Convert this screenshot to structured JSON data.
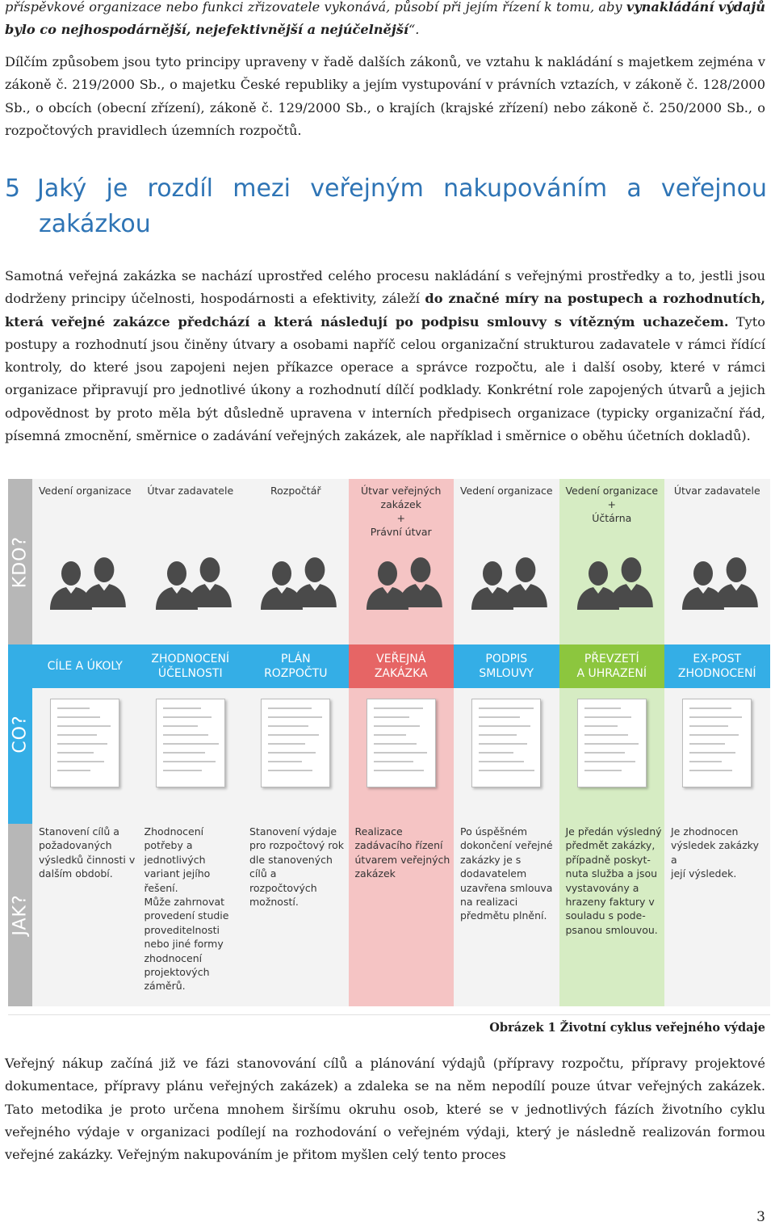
{
  "top_paragraph": {
    "line1_plain": "příspěvkové organizace nebo funkci zřizovatele vykonává, působí při jejím řízení k tomu, aby",
    "line1_bold": "vynakládání",
    "line2_bold": "výdajů bylo co nejhospodárnější, nejefektivnější a nejúčelnější",
    "line2_plain": "“."
  },
  "laws_paragraph": {
    "text": "Dílčím způsobem jsou tyto principy upraveny v řadě dalších zákonů, ve vztahu k nakládání s majetkem zejména v zákoně č. 219/2000 Sb., o majetku České republiky a jejím vystupování v právních vztazích, v zákoně č. 128/2000 Sb., o obcích (obecní zřízení), zákoně č. 129/2000 Sb., o krajích (krajské zřízení) nebo zákoně č. 250/2000 Sb., o rozpočtových pravidlech územních rozpočtů."
  },
  "heading": {
    "number": "5",
    "line1": "Jaký je rozdíl mezi veřejným nakupováním a veřejnou",
    "line2": "zakázkou"
  },
  "body_paragraph": {
    "part1": "Samotná veřejná zakázka se nachází uprostřed celého procesu nakládání s veřejnými prostředky a to, jestli jsou dodrženy principy účelnosti, hospodárnosti a efektivity, záleží",
    "bold": "do značné míry na postupech a rozhodnutích, která veřejné zakázce předchází a která následují po podpisu smlouvy s vítězným uchazečem.",
    "part2": "Tyto postupy a rozhodnutí jsou činěny útvary a osobami napříč celou organizační strukturou zadavatele v rámci řídící kontroly, do které jsou zapojeni nejen příkazce operace a správce rozpočtu, ale i další osoby, které v rámci organizace připravují pro jednotlivé úkony a rozhodnutí dílčí podklady. Konkrétní role zapojených útvarů a jejich odpovědnost by proto měla být důsledně upravena v interních předpisech organizace (typicky organizační řád, písemná zmocnění, směrnice o zadávání veřejných zakázek, ale například i směrnice o oběhu účetních dokladů)."
  },
  "figure": {
    "side_labels": {
      "who": "KDO?",
      "what": "CO?",
      "how": "JAK?"
    },
    "colors": {
      "band": "#34aee6",
      "red": "#e66565",
      "green": "#8cc63e",
      "side": "#b7b7b7"
    },
    "columns": [
      {
        "who": [
          "Vedení organizace"
        ],
        "phase": [
          "CÍLE A ÚKOLY"
        ],
        "how": [
          "Stanovení cílů a",
          "požadovaných",
          "výsledků činnosti v",
          "dalším období."
        ]
      },
      {
        "who": [
          "Útvar zadavatele"
        ],
        "phase": [
          "ZHODNOCENÍ",
          "ÚČELNOSTI"
        ],
        "how": [
          "Zhodnocení",
          "potřeby a",
          "jednotlivých",
          "variant jejího",
          "řešení.",
          "Může zahrnovat",
          "provedení studie",
          "proveditelnosti",
          "nebo jiné formy",
          "zhodnocení",
          "projektových",
          "záměrů."
        ]
      },
      {
        "who": [
          "Rozpočtář"
        ],
        "phase": [
          "PLÁN",
          "ROZPOČTU"
        ],
        "how": [
          "Stanovení výdaje",
          "pro rozpočtový rok",
          "dle stanovených",
          "cílů a rozpočtových",
          "možností."
        ]
      },
      {
        "who": [
          "Útvar veřejných",
          "zakázek",
          "+",
          "Právní útvar"
        ],
        "phase": [
          "VEŘEJNÁ",
          "ZAKÁZKA"
        ],
        "how": [
          "Realizace",
          "zadávacího řízení",
          "útvarem veřejných",
          "zakázek"
        ]
      },
      {
        "who": [
          "Vedení organizace"
        ],
        "phase": [
          "PODPIS",
          "SMLOUVY"
        ],
        "how": [
          "Po úspěšném",
          "dokončení veřejné",
          "zakázky je s",
          "dodavatelem",
          "uzavřena smlouva",
          "na realizaci",
          "předmětu plnění."
        ]
      },
      {
        "who": [
          "Vedení organizace",
          "+",
          "Účtárna"
        ],
        "phase": [
          "PŘEVZETÍ",
          "A UHRAZENÍ"
        ],
        "how": [
          "Je předán výsledný",
          "předmět zakázky,",
          "případně poskyt-",
          "nuta služba a jsou",
          "vystavovány a",
          "hrazeny faktury v",
          "souladu s pode-",
          "psanou smlouvou."
        ]
      },
      {
        "who": [
          "Útvar zadavatele"
        ],
        "phase": [
          "EX-POST",
          "ZHODNOCENÍ"
        ],
        "how": [
          "Je zhodnocen",
          "výsledek zakázky a",
          "její výsledek."
        ]
      }
    ],
    "caption": "Obrázek 1 Životní cyklus veřejného výdaje"
  },
  "closing_paragraph": {
    "text": "Veřejný nákup začíná již ve fázi stanovování cílů a plánování výdajů (přípravy rozpočtu, přípravy projektové dokumentace, přípravy plánu veřejných zakázek) a zdaleka se na něm nepodílí pouze útvar veřejných zakázek. Tato metodika je proto určena mnohem širšímu okruhu osob, které se v jednotlivých fázích životního cyklu veřejného výdaje v organizaci podílejí na rozhodování o veřejném výdaji, který je následně realizován formou veřejné zakázky. Veřejným nakupováním je přitom myšlen celý tento proces"
  },
  "page_number": "3"
}
